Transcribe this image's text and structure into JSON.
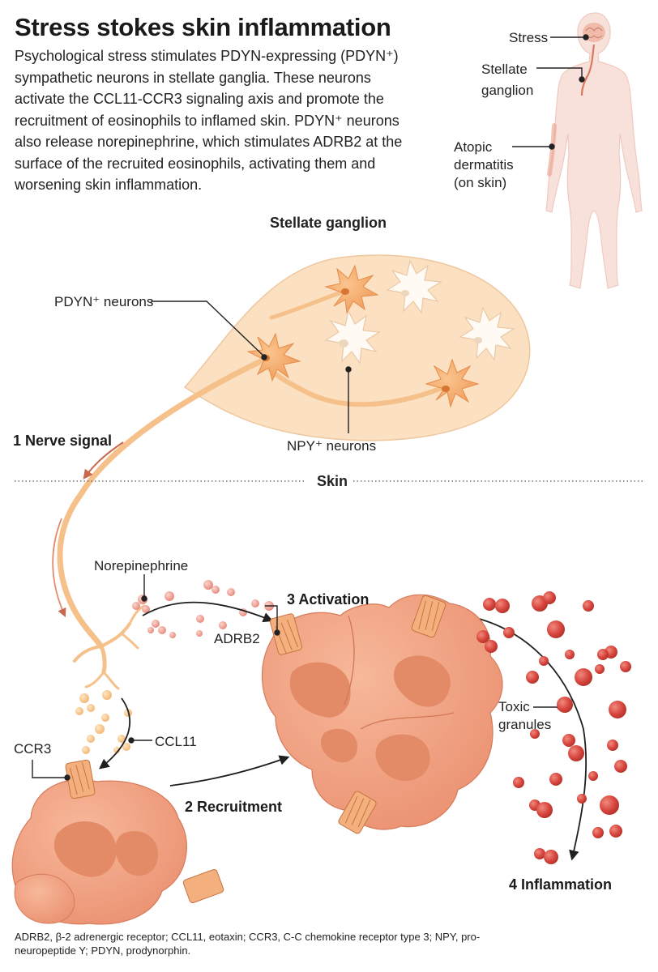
{
  "title": "Stress stokes skin inflammation",
  "intro": "Psychological stress stimulates PDYN-expressing (PDYN⁺) sympathetic neurons in stellate ganglia. These neurons activate the CCL11-CCR3 signaling axis and promote the recruitment of eosinophils to inflamed skin. PDYN⁺ neurons also release norepinephrine, which stimulates ADRB2 at the surface of the recruited eosinophils, activating them and worsening skin inflammation.",
  "body_map": {
    "stress": "Stress",
    "stellate": "Stellate\nganglion",
    "atopic": "Atopic\ndermatitis\n(on skin)"
  },
  "ganglion": {
    "header": "Stellate ganglion",
    "pdyn": "PDYN⁺ neurons",
    "npy": "NPY⁺ neurons"
  },
  "skin_header": "Skin",
  "labels": {
    "norepinephrine": "Norepinephrine",
    "adrb2": "ADRB2",
    "ccr3": "CCR3",
    "ccl11": "CCL11",
    "toxic": "Toxic\ngranules"
  },
  "steps": {
    "s1": "1  Nerve signal",
    "s2": "2  Recruitment",
    "s3": "3  Activation",
    "s4": "4  Inflammation"
  },
  "footnote": "ADRB2, β-2 adrenergic receptor; CCL11, eotaxin; CCR3, C-C chemokine receptor type 3; NPY, pro-neuropeptide Y; PDYN, prodynorphin.",
  "colors": {
    "ganglion_fill": "#f9dcb8",
    "neuron_orange": "#f2a668",
    "eosinophil": "#f0a07f",
    "nucleus": "#e5865f",
    "granule_red": "#d8473f",
    "ccl11_gold": "#f8c98f",
    "skin": "#f7d9cf"
  }
}
